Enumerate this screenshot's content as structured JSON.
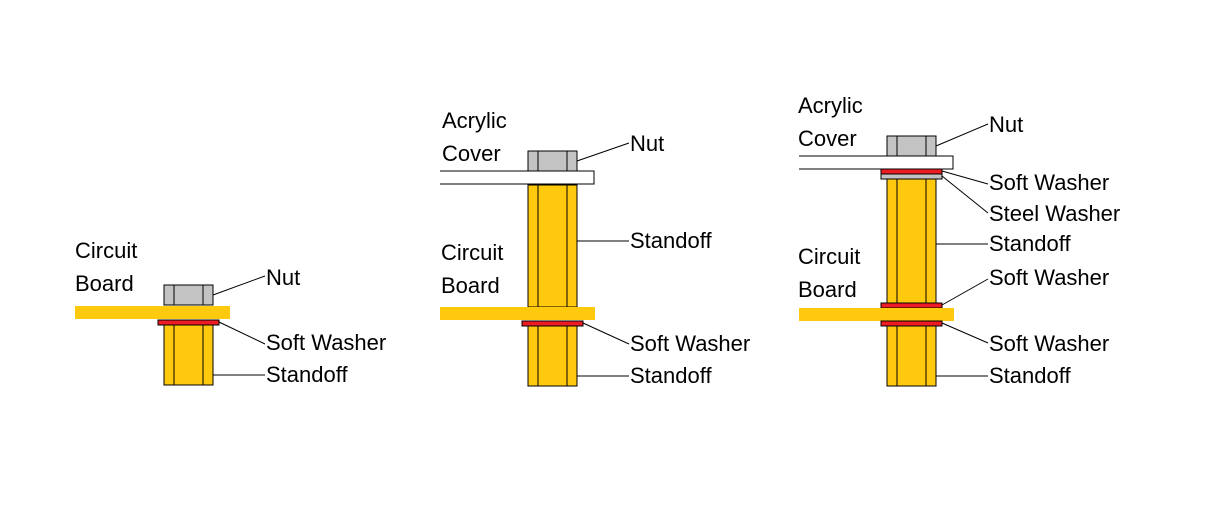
{
  "colors": {
    "board": "#00a2e8",
    "standoff": "#ffc90e",
    "nut": "#c3c3c3",
    "soft_washer": "#ed1c24",
    "steel_washer": "#c3c3c3",
    "acrylic": "#ffffff",
    "outline": "#000000"
  },
  "diagram1": {
    "board_label": [
      "Circuit",
      "Board"
    ],
    "callouts": [
      "Nut",
      "Soft Washer",
      "Standoff"
    ]
  },
  "diagram2": {
    "cover_label": [
      "Acrylic",
      "Cover"
    ],
    "board_label": [
      "Circuit",
      "Board"
    ],
    "callouts": [
      "Nut",
      "Standoff",
      "Soft Washer",
      "Standoff"
    ]
  },
  "diagram3": {
    "cover_label": [
      "Acrylic",
      "Cover"
    ],
    "board_label": [
      "Circuit",
      "Board"
    ],
    "callouts": [
      "Nut",
      "Soft Washer",
      "Steel Washer",
      "Standoff",
      "Soft Washer",
      "Soft Washer",
      "Standoff"
    ]
  }
}
